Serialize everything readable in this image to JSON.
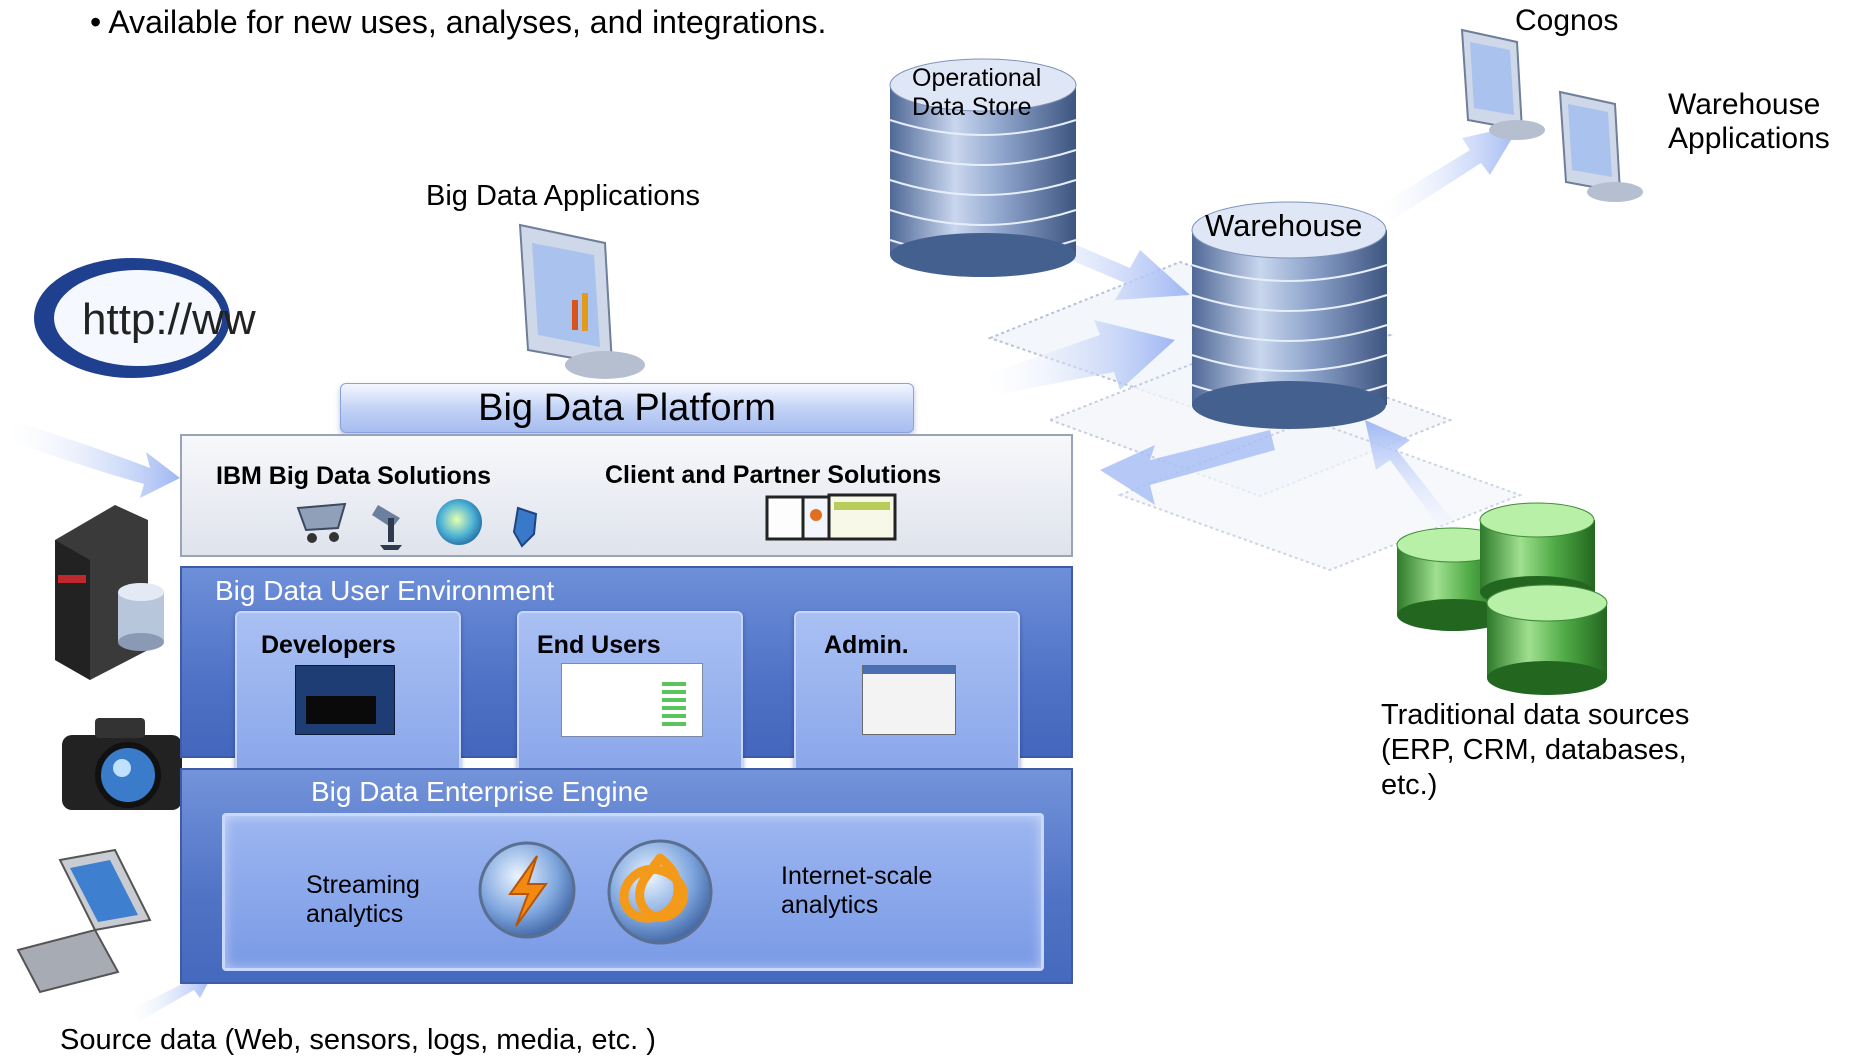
{
  "header": {
    "bullet": "• Available for new uses, analyses, and integrations."
  },
  "labels": {
    "cognos": "Cognos",
    "warehouse_apps_line1": "Warehouse",
    "warehouse_apps_line2": "Applications",
    "big_data_apps": "Big Data Applications",
    "ods_line1": "Operational",
    "ods_line2": "Data Store",
    "warehouse": "Warehouse",
    "trad_line1": "Traditional data sources",
    "trad_line2": "(ERP, CRM, databases,",
    "trad_line3": "etc.)",
    "source_data": "Source data (Web, sensors, logs, media, etc. )",
    "http_logo": "http://ww"
  },
  "platform": {
    "title": "Big Data Platform",
    "solutions": {
      "ibm": "IBM Big Data Solutions",
      "client": "Client and Partner Solutions"
    },
    "user_env": {
      "title": "Big Data User Environment",
      "cards": [
        "Developers",
        "End Users",
        "Admin."
      ]
    },
    "engine": {
      "title": "Big Data Enterprise Engine",
      "streaming_line1": "Streaming",
      "streaming_line2": "analytics",
      "internet_line1": "Internet-scale",
      "internet_line2": "analytics"
    }
  },
  "colors": {
    "panel_blue": "#4f72c6",
    "arrow_blue": "#a9bff5",
    "db_blue": "#7f97bf",
    "db_green": "#3f9a3a"
  },
  "icons": [
    "http-logo",
    "server-icon",
    "camera-icon",
    "phone-icon",
    "application-monitor-icon",
    "cart-icon",
    "satellite-icon",
    "globe-icon",
    "shield-icon",
    "dashboard-monitors-icon",
    "lightning-orb-icon",
    "knot-orb-icon",
    "database-icon"
  ]
}
